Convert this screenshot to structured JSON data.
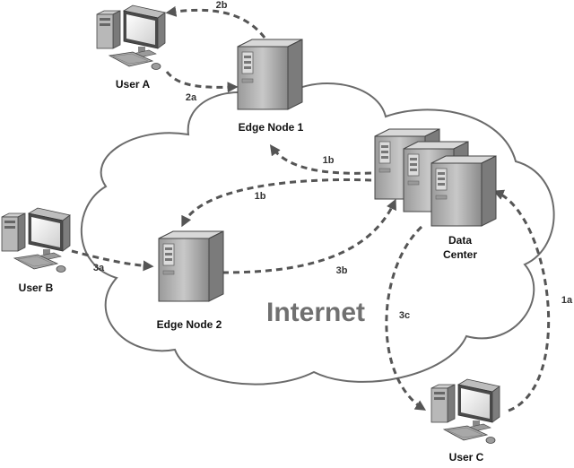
{
  "diagram": {
    "cloud_label": "Internet",
    "nodes": {
      "user_a": "User A",
      "user_b": "User B",
      "user_c": "User C",
      "edge_node_1": "Edge Node 1",
      "edge_node_2": "Edge Node 2",
      "data_center_line1": "Data",
      "data_center_line2": "Center"
    },
    "edges": {
      "a2b": "2b",
      "a2a": "2a",
      "b1_upper": "1b",
      "b1_lower": "1b",
      "a3": "3a",
      "b3": "3b",
      "c3": "3c",
      "a1": "1a"
    }
  }
}
